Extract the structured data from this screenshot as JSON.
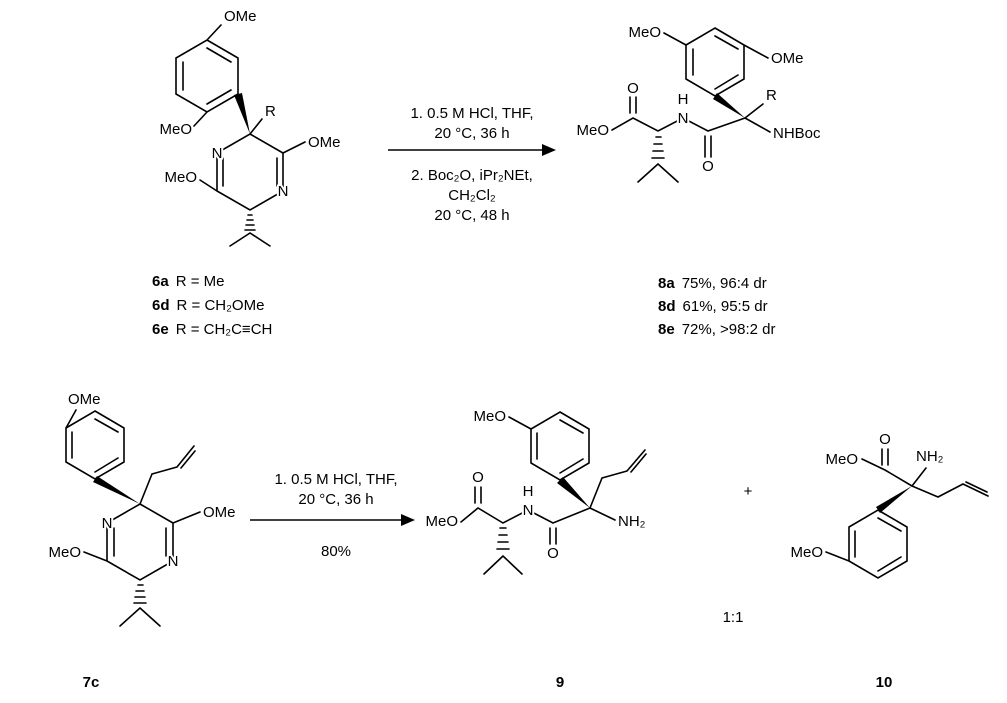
{
  "scheme1": {
    "mol6": {
      "atoms": {
        "ome_para": "OMe",
        "meo_ortho": "MeO",
        "r": "R",
        "ome_c3": "OMe",
        "meo_c6": "MeO",
        "n1": "N",
        "n4": "N"
      }
    },
    "conditions": {
      "step1a": "1. 0.5 M HCl, THF,",
      "step1b": "20 °C, 36 h",
      "step2a": "2. Boc₂O, iPr₂NEt,",
      "step2b": "CH₂Cl₂",
      "step2c": "20 °C, 48 h"
    },
    "mol8": {
      "atoms": {
        "meo_aryl": "MeO",
        "ome_aryl": "OMe",
        "o_ester": "O",
        "meo_ester": "MeO",
        "n": "N",
        "h": "H",
        "o_amide": "O",
        "r": "R",
        "nhboc": "NHBoc"
      }
    },
    "reactant_legend": [
      {
        "id": "6a",
        "text": "R = Me"
      },
      {
        "id": "6d",
        "text": "R = CH₂OMe"
      },
      {
        "id": "6e",
        "text": "R = CH₂C≡CH"
      }
    ],
    "product_legend": [
      {
        "id": "8a",
        "text": "75%, 96:4 dr"
      },
      {
        "id": "8d",
        "text": "61%, 95:5 dr"
      },
      {
        "id": "8e",
        "text": "72%, >98:2 dr"
      }
    ]
  },
  "scheme2": {
    "mol7c": {
      "label": "7c",
      "atoms": {
        "ome_aryl": "OMe",
        "ome_c3": "OMe",
        "meo_c6": "MeO",
        "n1": "N",
        "n4": "N"
      }
    },
    "conditions": {
      "step1a": "1. 0.5 M HCl, THF,",
      "step1b": "20 °C, 36 h",
      "yield": "80%"
    },
    "mol9": {
      "label": "9",
      "atoms": {
        "meo_aryl": "MeO",
        "o_ester": "O",
        "meo_ester": "MeO",
        "n": "N",
        "h": "H",
        "o_amide": "O",
        "nh2": "NH₂"
      }
    },
    "plus": "+",
    "ratio": "1:1",
    "mol10": {
      "label": "10",
      "atoms": {
        "o_ester": "O",
        "meo_ester": "MeO",
        "nh2": "NH₂",
        "meo_aryl": "MeO"
      }
    }
  }
}
